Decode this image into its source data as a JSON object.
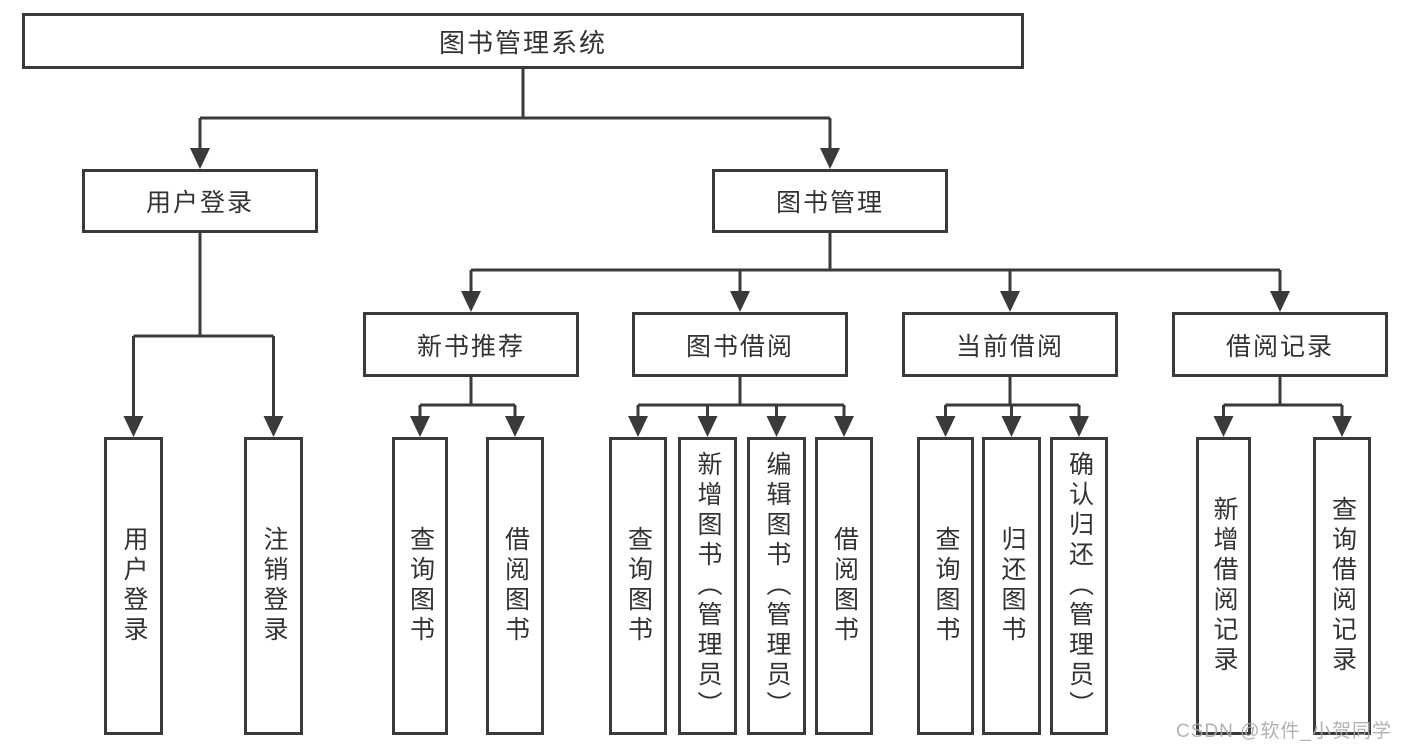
{
  "colors": {
    "background": "#ffffff",
    "line": "#3a3a3a",
    "box_border": "#3a3a3a",
    "text": "#333333",
    "watermark": "#aaaaaa"
  },
  "watermark": {
    "text": "CSDN @软件_小贺同学"
  },
  "tree": {
    "root": {
      "label": "图书管理系统"
    },
    "branches": [
      {
        "label": "用户登录",
        "children": [
          {
            "label": "用户登录"
          },
          {
            "label": "注销登录"
          }
        ]
      },
      {
        "label": "图书管理",
        "children": [
          {
            "label": "新书推荐",
            "children": [
              {
                "label": "查询图书"
              },
              {
                "label": "借阅图书"
              }
            ]
          },
          {
            "label": "图书借阅",
            "children": [
              {
                "label": "查询图书"
              },
              {
                "label": "新增图书（管理员）"
              },
              {
                "label": "编辑图书（管理员）"
              },
              {
                "label": "借阅图书"
              }
            ]
          },
          {
            "label": "当前借阅",
            "children": [
              {
                "label": "查询图书"
              },
              {
                "label": "归还图书"
              },
              {
                "label": "确认归还（管理员）"
              }
            ]
          },
          {
            "label": "借阅记录",
            "children": [
              {
                "label": "新增借阅记录"
              },
              {
                "label": "查询借阅记录"
              }
            ]
          }
        ]
      }
    ]
  }
}
